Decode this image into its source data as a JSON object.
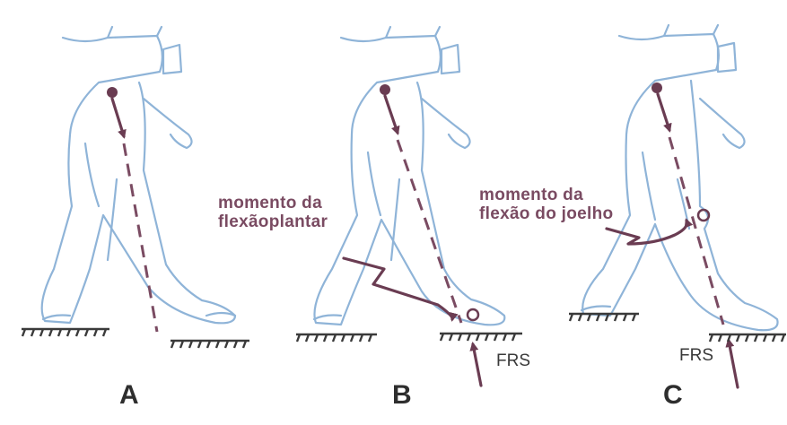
{
  "panels": {
    "a": {
      "letter": "A"
    },
    "b": {
      "letter": "B",
      "moment_label": [
        "momento da",
        "flexãoplantar"
      ],
      "force_label": "FRS"
    },
    "c": {
      "letter": "C",
      "moment_label": [
        "momento da",
        "flexão do joelho"
      ],
      "force_label": "FRS"
    }
  },
  "colors": {
    "figure_outline": "#8fb4d8",
    "annotation": "#7a4b62",
    "ground": "#3a3a3a"
  }
}
